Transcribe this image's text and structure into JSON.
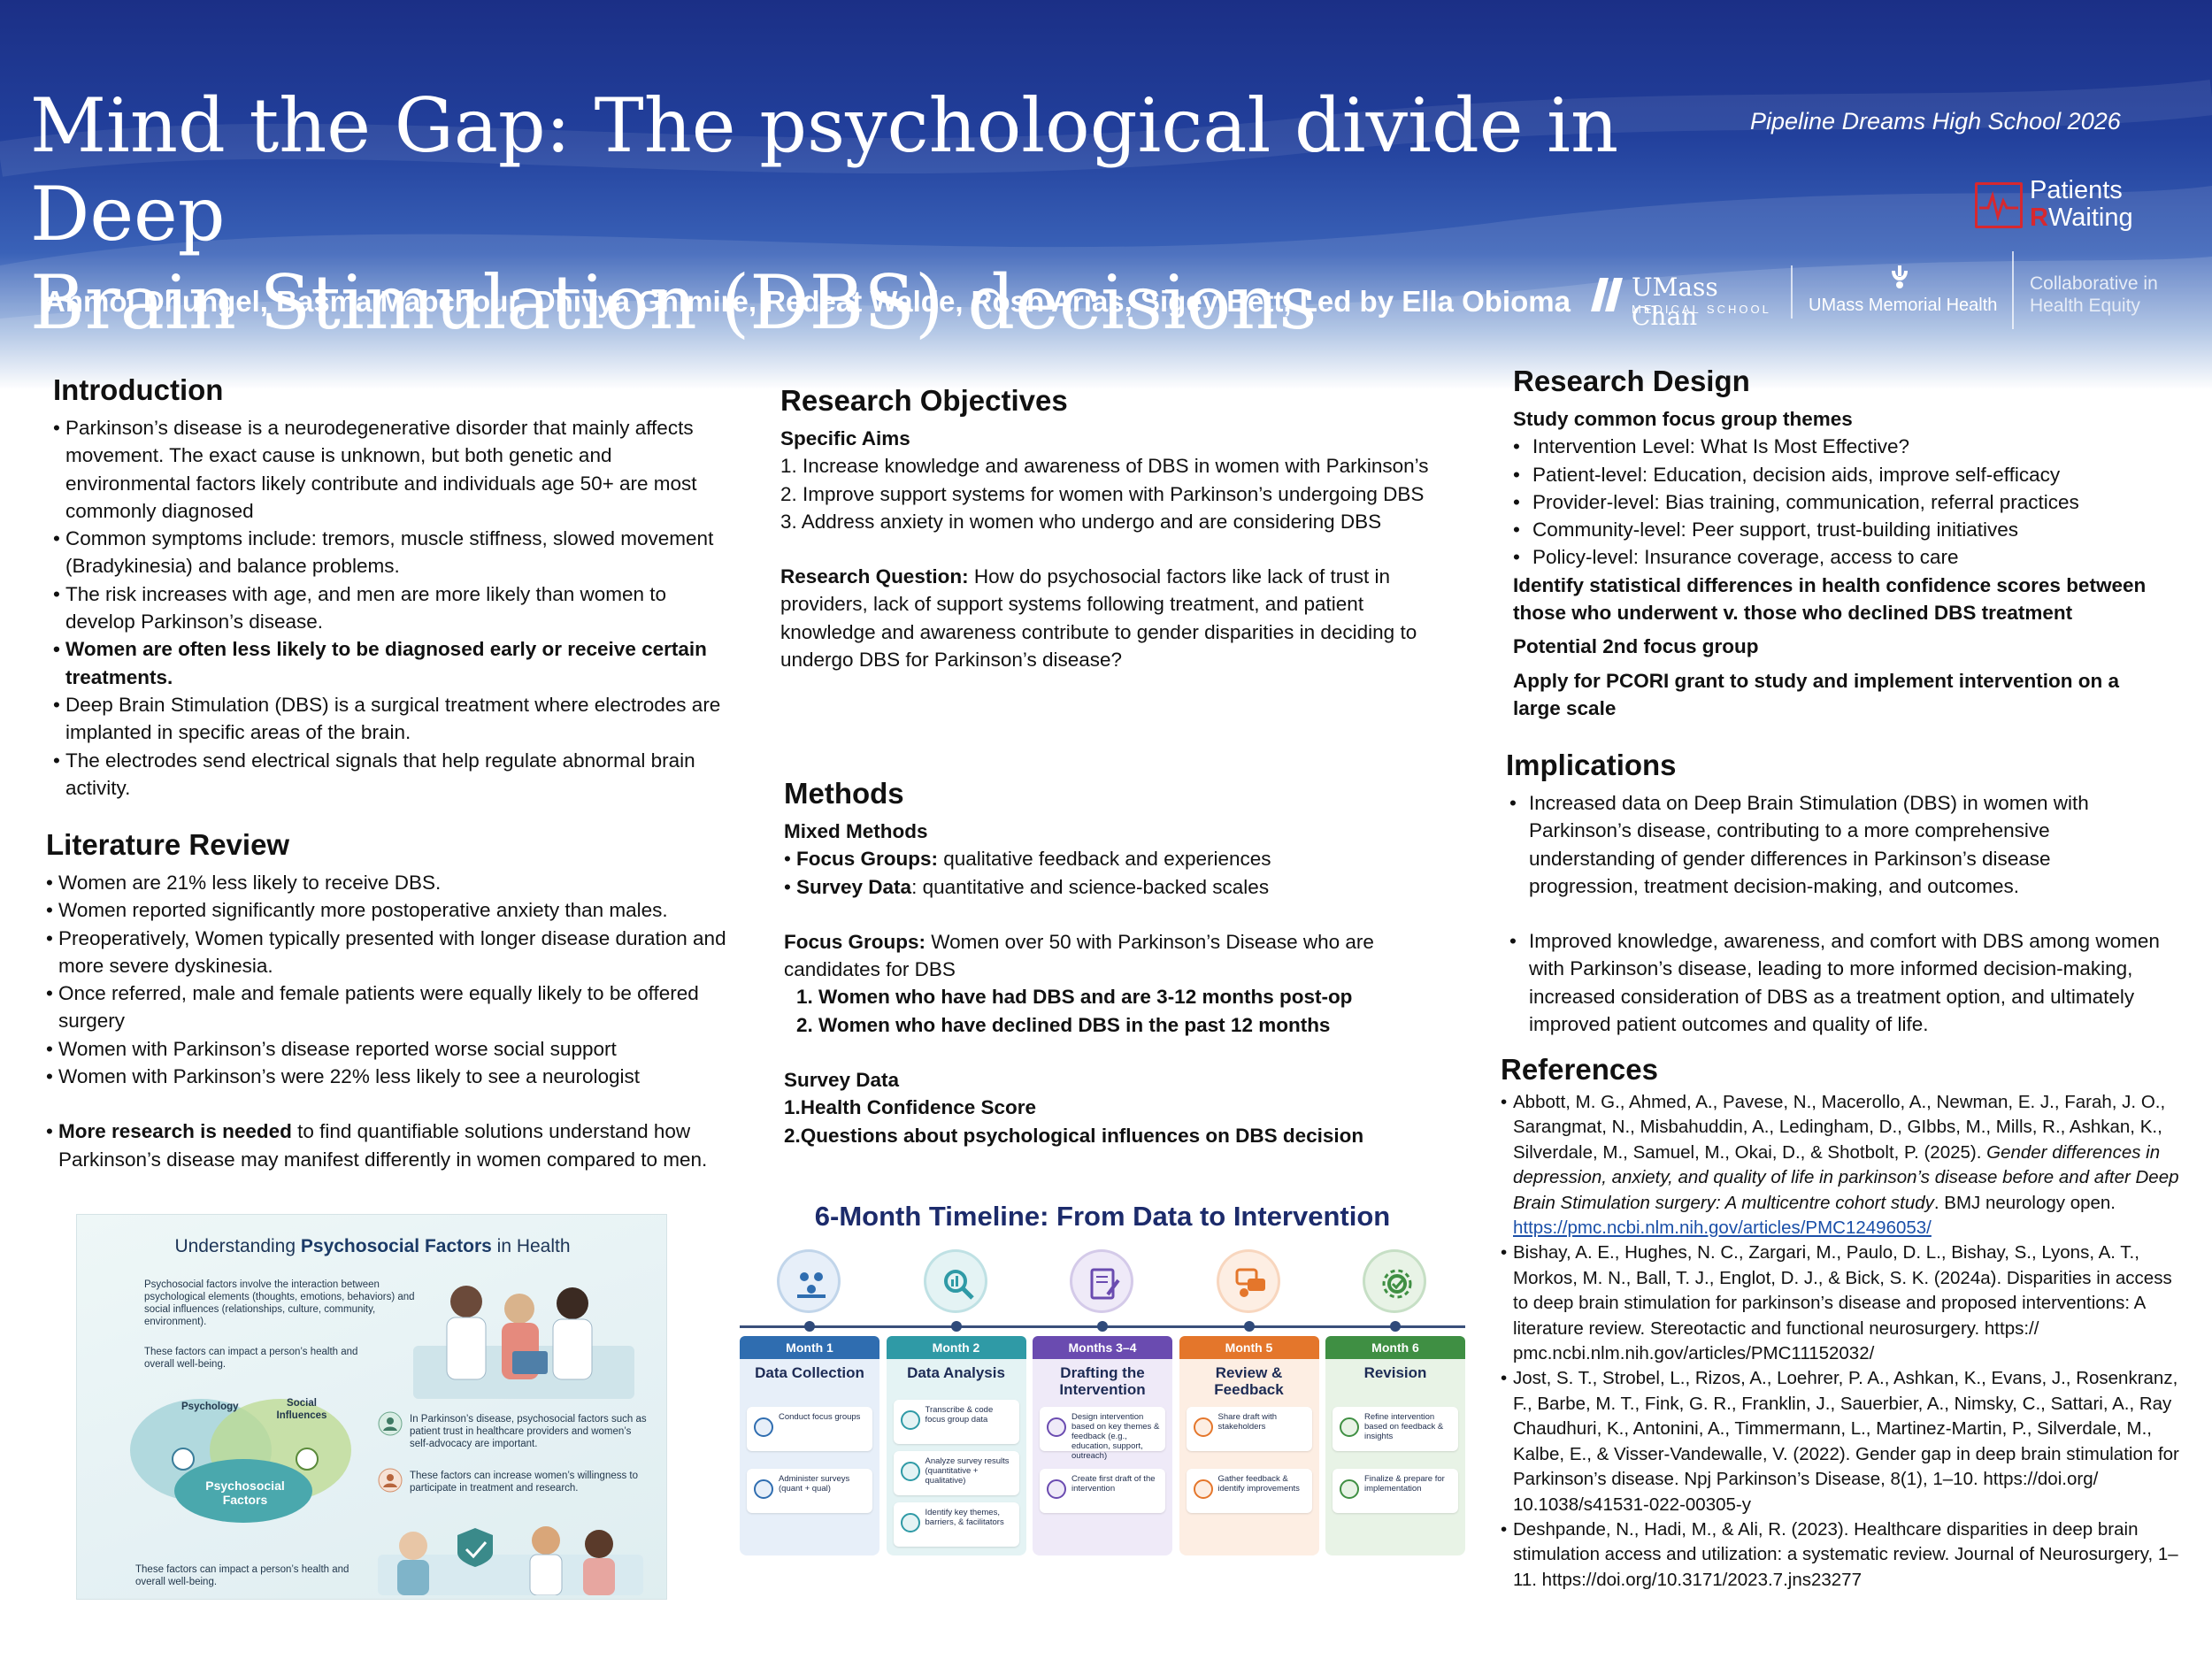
{
  "poster": {
    "title_line1": "Mind the Gap: The psychological divide in Deep",
    "title_line2": "Brain Stimulation (DBS) decisions",
    "program": "Pipeline Dreams High School 2026",
    "authors": "Anmol Dhungel, Basma Mabchour, Dhivya Ghimire, Redeat Walde, Rosh Arias, Sigey Bett, Led by Ella Obioma",
    "logos": {
      "patients_waiting_1": "Patients",
      "patients_waiting_r": "R",
      "patients_waiting_2": "Waiting",
      "umass_chan_1": "UMass Chan",
      "umass_chan_2": "MEDICAL SCHOOL",
      "umass_memorial": "UMass Memorial Health",
      "collab_1": "Collaborative in",
      "collab_2": "Health Equity"
    },
    "colors": {
      "header_dark": "#1b2f86",
      "header_mid": "#3a62b8",
      "accent_red": "#d7282f",
      "link": "#1a4fa8",
      "timeline_title": "#1c2b6b"
    }
  },
  "introduction": {
    "heading": "Introduction",
    "items": [
      {
        "text": "Parkinson’s disease is a neurodegenerative disorder that mainly affects movement. The exact cause is unknown, but both genetic and environmental factors likely contribute and individuals age 50+ are most commonly diagnosed"
      },
      {
        "text": "Common symptoms include: tremors, muscle stiffness, slowed movement (Bradykinesia) and balance problems."
      },
      {
        "text": "The risk increases with age, and men are more likely than women to develop Parkinson’s disease."
      },
      {
        "text": "Women are often less likely to be diagnosed early or receive certain treatments."
      },
      {
        "text": "Deep Brain Stimulation (DBS) is a surgical treatment where electrodes are implanted in specific areas of the brain."
      },
      {
        "text": "The electrodes send electrical signals that help regulate abnormal brain activity."
      }
    ]
  },
  "literature": {
    "heading": "Literature Review",
    "items": [
      "Women are 21% less likely to receive DBS.",
      "Women reported significantly more postoperative anxiety than males.",
      "Preoperatively, Women typically presented with longer disease duration and more severe dyskinesia.",
      "Once referred, male and female patients were equally likely to be offered surgery",
      "Women with Parkinson’s disease reported worse social support",
      "Women with Parkinson’s were 22% less likely to see a neurologist"
    ],
    "final_bold": "More research is needed",
    "final_rest": " to find quantifiable solutions understand how Parkinson’s disease may manifest differently in women compared to men."
  },
  "objectives": {
    "heading": "Research Objectives",
    "aims_label": "Specific Aims",
    "aims": [
      "1. Increase knowledge and awareness of DBS in women with Parkinson’s",
      "2. Improve support systems for women with Parkinson’s undergoing DBS",
      "3. Address anxiety in women who undergo and are considering DBS"
    ],
    "rq_label": "Research Question:",
    "rq_text": " How do psychosocial factors like lack of trust in providers, lack of support systems following treatment, and patient knowledge and awareness contribute to gender disparities in deciding to undergo DBS for Parkinson’s disease?"
  },
  "methods": {
    "heading": "Methods",
    "mixed": "Mixed Methods",
    "fg_label": "Focus Groups:",
    "fg_text": " qualitative feedback and experiences",
    "sd_label": "Survey Data",
    "sd_text": ": quantitative and science-backed scales",
    "fg2_label": "Focus Groups:",
    "fg2_text": " Women over 50 with Parkinson’s Disease who are candidates for DBS",
    "fg_items": [
      "1. Women who have had DBS and are 3-12 months post-op",
      "2. Women who have declined DBS in the past 12 months"
    ],
    "survey_label": "Survey Data",
    "survey_items": [
      "1.Health Confidence Score",
      "2.Questions about psychological influences on DBS decision"
    ]
  },
  "design": {
    "heading": "Research Design",
    "sub1": "Study common focus group themes",
    "items": [
      "Intervention Level: What Is Most Effective?",
      "Patient-level: Education, decision aids, improve self-efficacy",
      "Provider-level: Bias training, communication, referral practices",
      "Community-level: Peer support, trust-building initiatives",
      "Policy-level: Insurance coverage, access to care"
    ],
    "stat": "Identify statistical differences in health confidence scores between those who underwent v. those who declined DBS treatment",
    "second": "Potential 2nd focus group",
    "pcori": "Apply for PCORI grant to study and implement intervention on a large scale"
  },
  "implications": {
    "heading": "Implications",
    "items": [
      "Increased data on Deep Brain Stimulation (DBS) in women with Parkinson’s disease, contributing to a more comprehensive understanding of gender differences in Parkinson’s disease progression, treatment decision-making, and outcomes.",
      "Improved knowledge, awareness, and comfort with DBS among women with Parkinson’s disease, leading to more informed decision-making, increased consideration of DBS as a treatment option, and ultimately improved patient outcomes and quality of life."
    ]
  },
  "references": {
    "heading": "References",
    "r1_a": "Abbott, M. G., Ahmed, A., Pavese, N., Macerollo, A., Newman, E. J., Farah, J. O., Sarangmat, N., Misbahuddin, A., Ledingham, D., GIbbs, M., Mills, R., Ashkan, K., Silverdale, M., Samuel, M., Okai, D., & Shotbolt, P. (2025). ",
    "r1_i": "Gender differences in depression, anxiety, and quality of life in parkinson’s disease before and after Deep Brain Stimulation surgery: A multicentre cohort study",
    "r1_b": ". BMJ neurology open. ",
    "r1_link": "https://pmc.ncbi.nlm.nih.gov/articles/PMC12496053/",
    "r2": "Bishay, A. E., Hughes, N. C., Zargari, M., Paulo, D. L., Bishay, S., Lyons, A. T., Morkos, M. N., Ball, T. J., Englot, D. J., & Bick, S. K. (2024a). Disparities in access to deep brain stimulation for parkinson’s disease and proposed interventions: A literature review. Stereotactic and functional neurosurgery. https:// pmc.ncbi.nlm.nih.gov/articles/PMC11152032/",
    "r3": "Jost, S. T., Strobel, L., Rizos, A., Loehrer, P. A., Ashkan, K., Evans, J., Rosenkranz, F., Barbe, M. T., Fink, G. R., Franklin, J., Sauerbier, A., Nimsky, C., Sattari, A., Ray Chaudhuri, K., Antonini, A., Timmermann, L., Martinez-Martin, P., Silverdale, M., Kalbe, E., & Visser-Vandewalle, V. (2022). Gender gap in deep brain stimulation for Parkinson’s disease. Npj Parkinson’s Disease, 8(1), 1–10. https://doi.org/ 10.1038/s41531-022-00305-y",
    "r4": "Deshpande, N., Hadi, M., & Ali, R. (2023). Healthcare disparities in deep brain stimulation access and utilization: a systematic review. Journal of Neurosurgery, 1–11. https://doi.org/10.3171/2023.7.jns23277"
  },
  "psy_figure": {
    "title_a": "Understanding ",
    "title_b": "Psychosocial Factors",
    "title_c": " in Health",
    "p1": "Psychosocial factors involve the interaction between psychological elements (thoughts, emotions, behaviors) and social influences (relationships, culture, community, environment).",
    "p2": "These factors can impact a person’s health and overall well-being.",
    "venn_left": "Psychology",
    "venn_right": "Social Influences",
    "venn_center": "Psychosocial Factors",
    "r1": "In Parkinson’s disease, psychosocial factors such as patient trust in healthcare providers and women’s self-advocacy are important.",
    "r2": "These factors can increase women’s willingness to participate in treatment and research.",
    "bottom": "These factors can impact a person’s health and overall well-being."
  },
  "timeline": {
    "title": "6-Month Timeline: From Data to Intervention",
    "months": [
      {
        "label": "Month 1",
        "title": "Data Collection",
        "color": "#2f6db0",
        "tint": "#e7eff9",
        "tasks": [
          "Conduct focus groups",
          "Administer surveys (quant + qual)"
        ]
      },
      {
        "label": "Month 2",
        "title": "Data Analysis",
        "color": "#2f9aa6",
        "tint": "#e4f3f4",
        "tasks": [
          "Transcribe & code focus group data",
          "Analyze survey results (quantitative + qualitative)",
          "Identify key themes, barriers, & facilitators"
        ]
      },
      {
        "label": "Months 3–4",
        "title": "Drafting the Intervention",
        "color": "#6a4bb0",
        "tint": "#efeaf8",
        "tasks": [
          "Design intervention based on key themes & feedback (e.g., education, support, outreach)",
          "Create first draft of the intervention"
        ]
      },
      {
        "label": "Month 5",
        "title": "Review & Feedback",
        "color": "#e4762b",
        "tint": "#fdeee3",
        "tasks": [
          "Share draft with stakeholders",
          "Gather feedback & identify improvements"
        ]
      },
      {
        "label": "Month 6",
        "title": "Revision",
        "color": "#3f8f43",
        "tint": "#e8f3e6",
        "tasks": [
          "Refine intervention based on feedback & insights",
          "Finalize & prepare for implementation"
        ]
      }
    ]
  }
}
